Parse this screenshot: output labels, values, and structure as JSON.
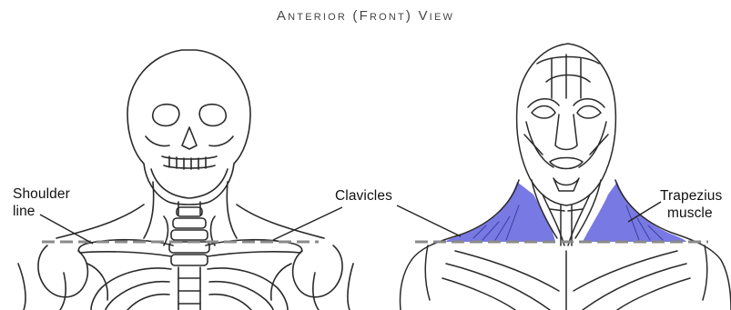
{
  "title": "Anterior (Front) View",
  "labels": {
    "shoulder_line": [
      "Shoulder",
      "line"
    ],
    "clavicles": "Clavicles",
    "trapezius": [
      "Trapezius",
      "muscle"
    ]
  },
  "colors": {
    "ink": "#2a2a2a",
    "line_dash": "#8a8a8a",
    "trapezius_fill": "#6d6ee0",
    "title": "#444444"
  }
}
